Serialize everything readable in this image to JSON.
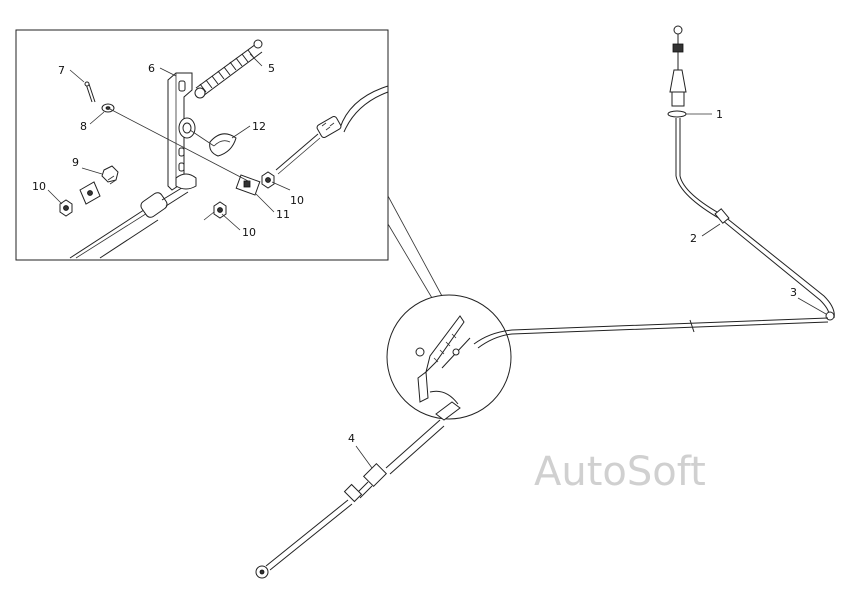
{
  "callouts": {
    "c1": "1",
    "c2": "2",
    "c3": "3",
    "c4": "4",
    "c5": "5",
    "c6": "6",
    "c7": "7",
    "c8": "8",
    "c9": "9",
    "c10a": "10",
    "c10b": "10",
    "c10c": "10",
    "c11": "11",
    "c12": "12"
  },
  "watermark": "AutoSoft"
}
